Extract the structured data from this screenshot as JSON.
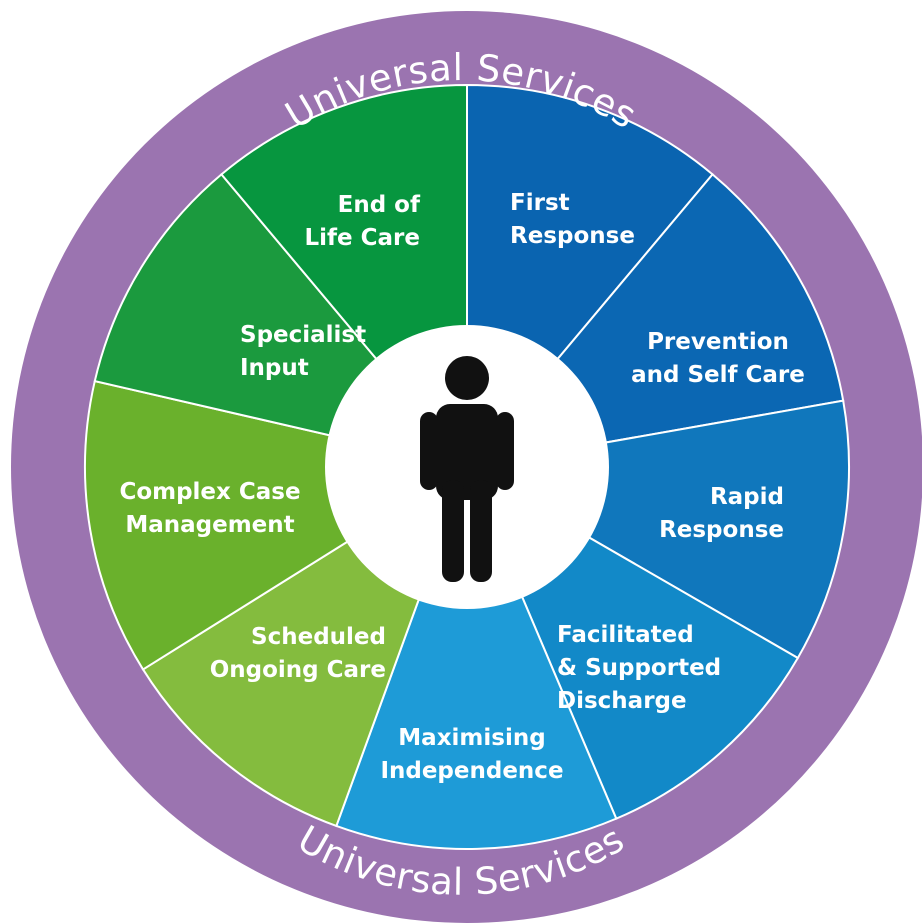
{
  "ring": {
    "label_top": "Universal Services",
    "label_bottom": "Universal Services",
    "color": "#9b74b0"
  },
  "center": {
    "icon": "person-icon",
    "color": "#111111"
  },
  "segments": [
    {
      "id": "first-response",
      "lines": [
        "First",
        "Response"
      ],
      "color": "#0a64b0",
      "align": "start"
    },
    {
      "id": "prevention-self-care",
      "lines": [
        "Prevention",
        "and Self Care"
      ],
      "color": "#0b67b3",
      "align": "middle"
    },
    {
      "id": "rapid-response",
      "lines": [
        "Rapid",
        "Response"
      ],
      "color": "#1077bc",
      "align": "end"
    },
    {
      "id": "facilitated-supported-discharge",
      "lines": [
        "Facilitated",
        "& Supported",
        "Discharge"
      ],
      "color": "#1289c8",
      "align": "start"
    },
    {
      "id": "maximising-independence",
      "lines": [
        "Maximising",
        "Independence"
      ],
      "color": "#1e9bd7",
      "align": "middle"
    },
    {
      "id": "scheduled-ongoing-care",
      "lines": [
        "Scheduled",
        "Ongoing Care"
      ],
      "color": "#84bc3e",
      "align": "end"
    },
    {
      "id": "complex-case-management",
      "lines": [
        "Complex Case",
        "Management"
      ],
      "color": "#6ab12c",
      "align": "middle"
    },
    {
      "id": "specialist-input",
      "lines": [
        "Specialist",
        "Input"
      ],
      "color": "#1b9a3e",
      "align": "start"
    },
    {
      "id": "end-of-life-care",
      "lines": [
        "End of",
        "Life Care"
      ],
      "color": "#07963f",
      "align": "end"
    }
  ]
}
